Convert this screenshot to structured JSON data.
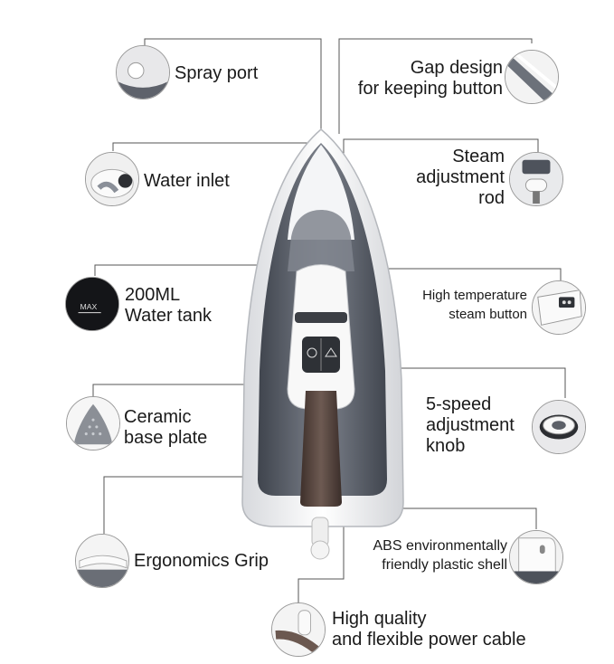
{
  "features": {
    "spray_port": [
      "Spray port"
    ],
    "gap_design": [
      "Gap design",
      "for keeping button"
    ],
    "water_inlet": [
      "Water inlet"
    ],
    "steam_rod": [
      "Steam",
      "adjustment",
      "rod"
    ],
    "water_tank": [
      "200ML",
      "Water tank"
    ],
    "high_temp_button": [
      "High temperature",
      "steam button"
    ],
    "ceramic_plate": [
      "Ceramic",
      "base plate"
    ],
    "speed_knob": [
      "5-speed",
      "adjustment",
      "knob"
    ],
    "grip": [
      "Ergonomics Grip"
    ],
    "abs_shell": [
      "ABS environmentally",
      "friendly plastic shell"
    ],
    "power_cable": [
      "High quality",
      "and flexible power cable"
    ]
  },
  "tank_mark": "MAX",
  "colors": {
    "line": "#555555",
    "iron_white": "#f7f7f7",
    "iron_grey": "#6f7480",
    "handle_brown": "#5a4a44",
    "plate_dark": "#4e535c"
  }
}
